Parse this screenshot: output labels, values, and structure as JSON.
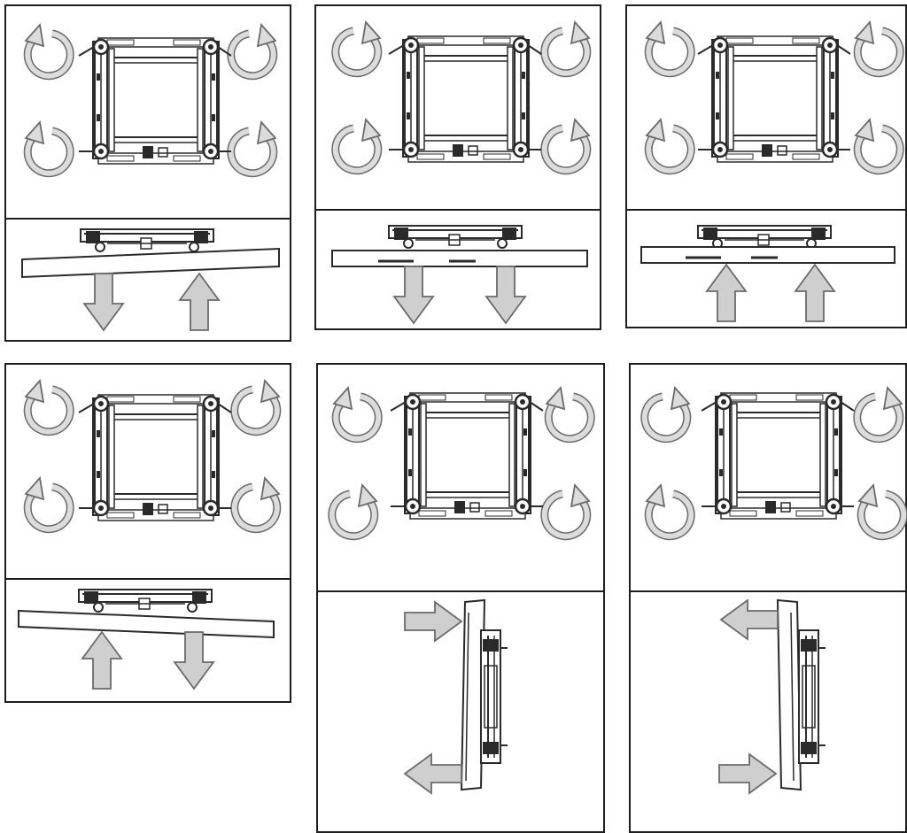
{
  "colors": {
    "frame_stroke": "#1e1e1e",
    "arrow_fill": "#cfcfcf",
    "arrow_stroke": "#6a6a6a",
    "line_art": "#2a2a2a"
  },
  "icons": {
    "rotate_cw": "clockwise-rotation-arrow",
    "rotate_ccw": "counterclockwise-rotation-arrow",
    "push_down": "down-arrow",
    "push_up": "up-arrow",
    "push_left": "left-arrow",
    "push_right": "right-arrow"
  },
  "panels": [
    {
      "id": "panel-1",
      "top_view": "bracket-top-view",
      "side_view": "tilt-right-up",
      "rotations": [
        "ccw",
        "cw",
        "ccw",
        "cw"
      ],
      "arrows": [
        "down",
        "up"
      ]
    },
    {
      "id": "panel-2",
      "top_view": "bracket-top-view",
      "side_view": "level-lower",
      "rotations": [
        "cw",
        "cw",
        "cw",
        "cw"
      ],
      "arrows": [
        "down",
        "down"
      ]
    },
    {
      "id": "panel-3",
      "top_view": "bracket-top-view",
      "side_view": "level-raise",
      "rotations": [
        "ccw",
        "ccw",
        "ccw",
        "ccw"
      ],
      "arrows": [
        "up",
        "up"
      ]
    },
    {
      "id": "panel-4",
      "top_view": "bracket-top-view",
      "side_view": "tilt-left-up",
      "rotations": [
        "ccw",
        "cw",
        "ccw",
        "cw"
      ],
      "arrows": [
        "up",
        "down"
      ]
    },
    {
      "id": "panel-5",
      "top_view": "bracket-top-view",
      "side_view": "tilt-forward",
      "rotations": [
        "ccw",
        "ccw",
        "cw",
        "cw"
      ],
      "arrows": [
        "right",
        "left"
      ]
    },
    {
      "id": "panel-6",
      "top_view": "bracket-top-view",
      "side_view": "tilt-back",
      "rotations": [
        "cw",
        "cw",
        "ccw",
        "ccw"
      ],
      "arrows": [
        "left",
        "right"
      ]
    }
  ]
}
